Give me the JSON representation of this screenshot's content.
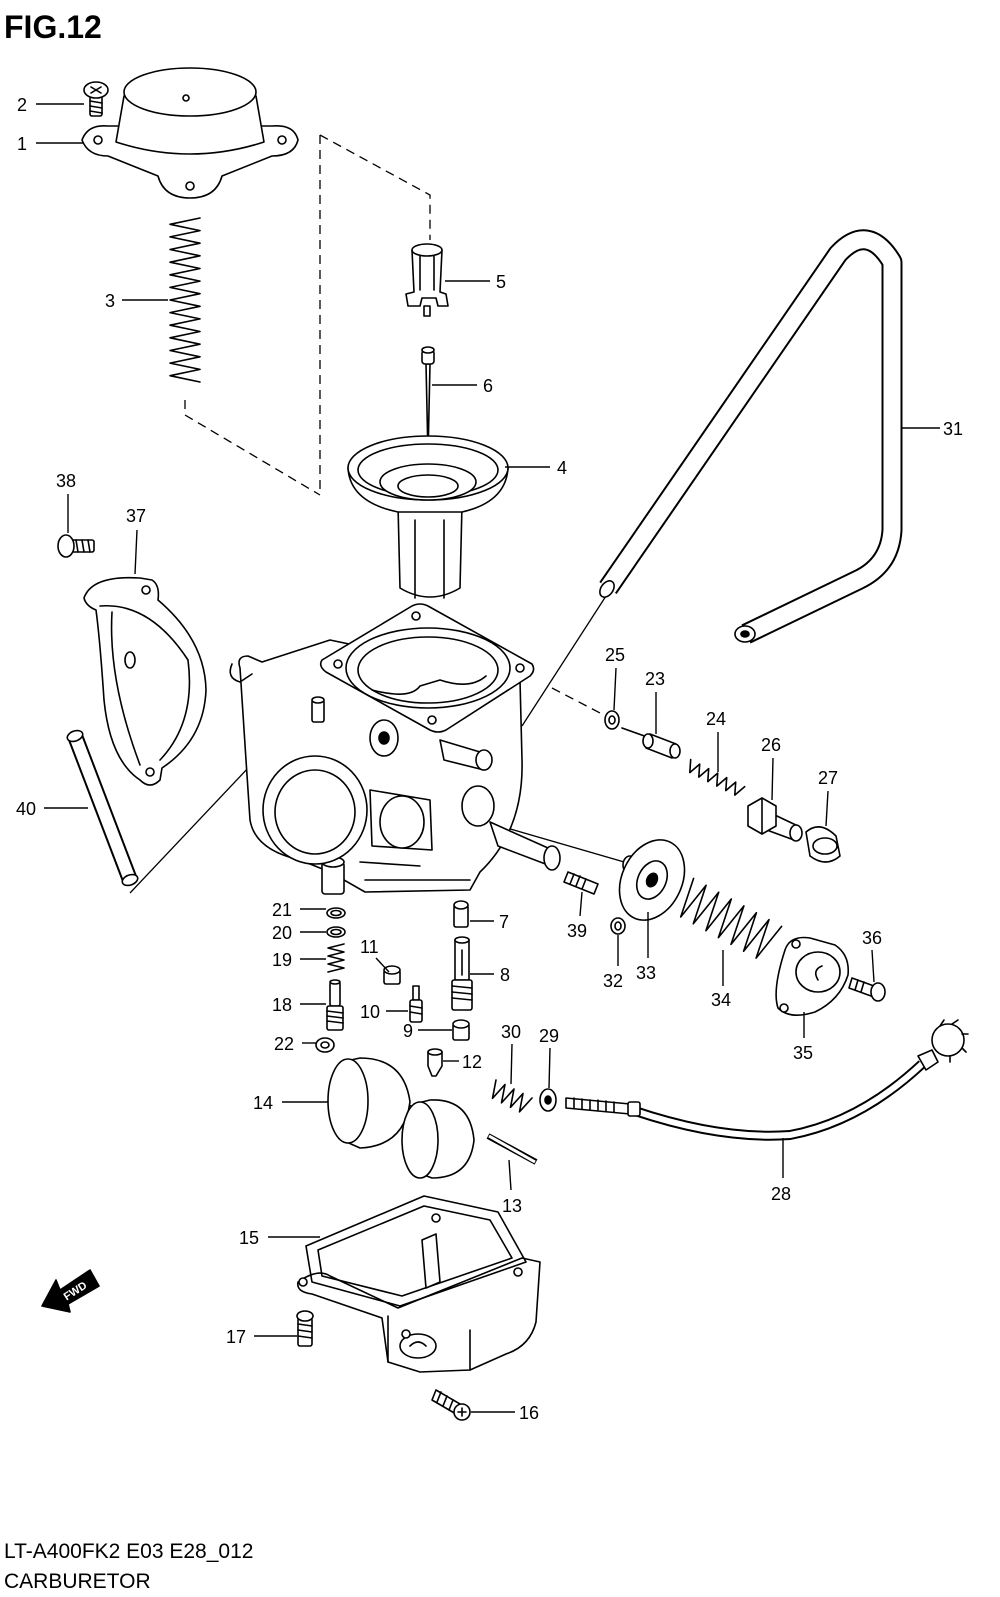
{
  "figure": {
    "title": "FIG.12",
    "code": "LT-A400FK2 E03 E28_012",
    "caption": "CARBURETOR"
  },
  "fwd_label": "FWD",
  "callouts": [
    "1",
    "2",
    "3",
    "4",
    "5",
    "6",
    "7",
    "8",
    "9",
    "10",
    "11",
    "12",
    "13",
    "14",
    "15",
    "16",
    "17",
    "18",
    "19",
    "20",
    "21",
    "22",
    "23",
    "24",
    "25",
    "26",
    "27",
    "28",
    "29",
    "30",
    "31",
    "32",
    "33",
    "34",
    "35",
    "36",
    "37",
    "38",
    "39",
    "40"
  ],
  "colors": {
    "ink": "#000000",
    "paper": "#ffffff"
  }
}
